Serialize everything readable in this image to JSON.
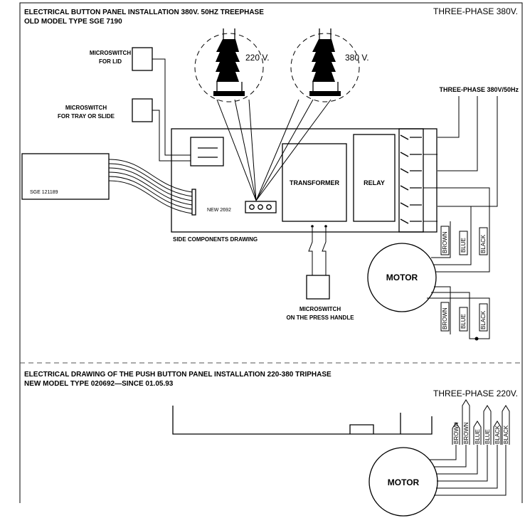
{
  "top": {
    "title_line1": "ELECTRICAL BUTTON PANEL INSTALLATION 380V. 50HZ TREEPHASE",
    "title_line2": "OLD MODEL TYPE SGE 7190",
    "corner_label": "THREE-PHASE 380V.",
    "supply_label": "THREE-PHASE 380V/50Hz",
    "microswitch_lid": [
      "MICROSWITCH",
      "FOR LID"
    ],
    "microswitch_tray": [
      "MICROSWITCH",
      "FOR TRAY OR SLIDE"
    ],
    "microswitch_handle": [
      "MICROSWITCH",
      "ON THE PRESS HANDLE"
    ],
    "plug_220": "220 V.",
    "plug_380": "380 V.",
    "board_code": "SGE 121189",
    "connector_code": "NEW 2692",
    "transformer": "TRANSFORMER",
    "relay": "RELAY",
    "side_caption": "SIDE COMPONENTS DRAWING",
    "motor": "MOTOR",
    "wires_upper": [
      "BROWN",
      "BLUE",
      "BLACK"
    ],
    "wires_lower": [
      "BROWN",
      "BLUE",
      "BLACK"
    ]
  },
  "bottom": {
    "title_line1": "ELECTRICAL DRAWING OF THE PUSH BUTTON PANEL INSTALLATION 220-380 TRIPHASE",
    "title_line2": "NEW MODEL TYPE 020692—SINCE 01.05.93",
    "corner_label": "THREE-PHASE 220V.",
    "motor": "MOTOR",
    "wires": [
      "BROWN",
      "BROWN",
      "BLUE",
      "BLUE",
      "BLACK",
      "BLACK"
    ]
  },
  "colors": {
    "line": "#000000",
    "divider": "#555555",
    "background": "#ffffff"
  }
}
